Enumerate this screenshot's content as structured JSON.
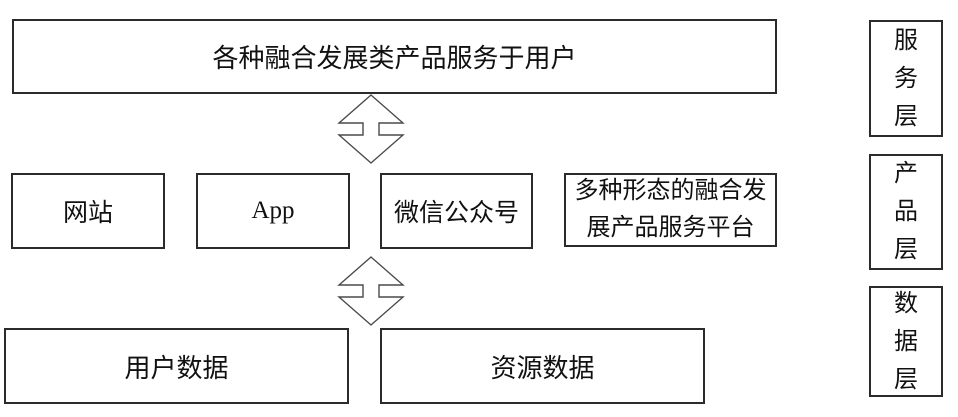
{
  "diagram": {
    "top_box": {
      "label": "各种融合发展类产品服务于用户"
    },
    "product_boxes": [
      {
        "label": "网站"
      },
      {
        "label": "App"
      },
      {
        "label": "微信公众号"
      },
      {
        "label": "多种形态的融合发展产品服务平台"
      }
    ],
    "data_boxes": [
      {
        "label": "用户数据"
      },
      {
        "label": "资源数据"
      }
    ],
    "layer_labels": [
      {
        "label": "服务层"
      },
      {
        "label": "产品层"
      },
      {
        "label": "数据层"
      }
    ],
    "icons": {
      "arrow_top": "up-down-arrow",
      "arrow_bottom": "up-down-arrow"
    },
    "colors": {
      "border": "#2b2b2b",
      "arrow_stroke": "#4a4a4a",
      "background": "#ffffff",
      "text": "#111111"
    }
  }
}
